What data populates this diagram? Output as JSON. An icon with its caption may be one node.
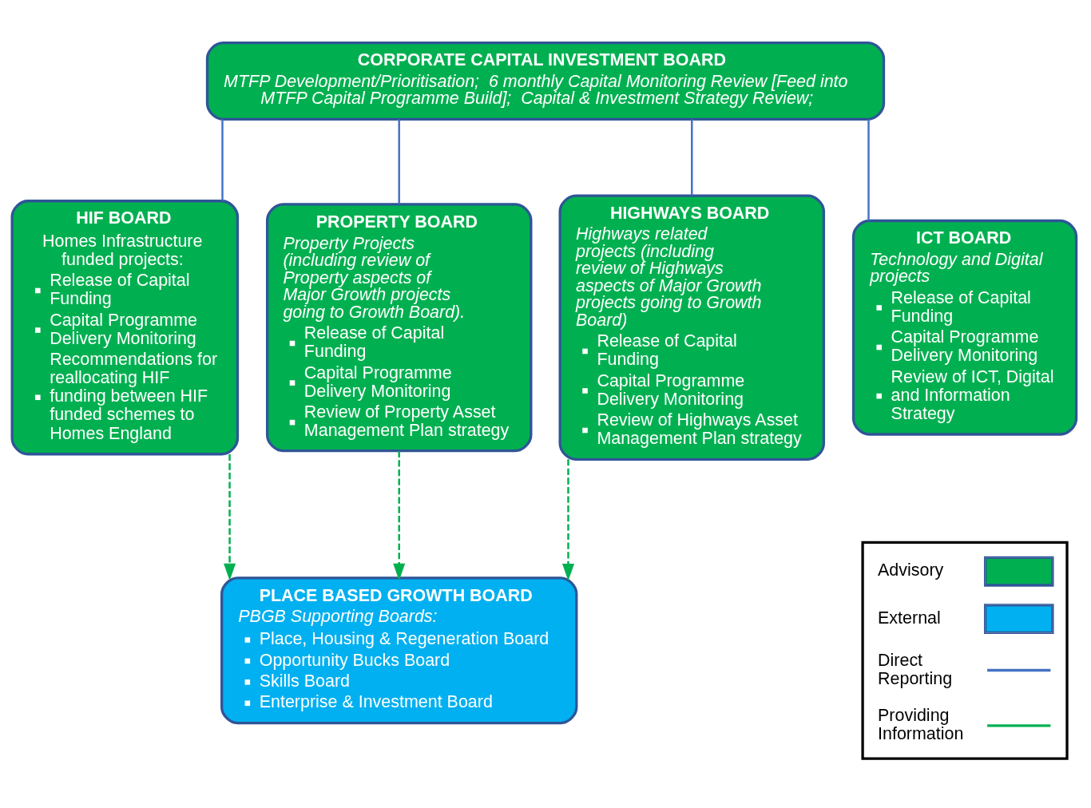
{
  "diagram": {
    "nodes": [
      {
        "text": [
          "CORPORATE CAPITAL INVESTMENT BOARD",
          "MTFP Development/Prioritisation;  6 monthly Capital Monitoring Review [Feed into MTFP Capital Programme Build];  Capital & Investment Strategy Review;"
        ]
      },
      {
        "text": [
          "HIF BOARD",
          "Homes Infrastructure funded projects:",
          "Release of Capital Funding",
          "Capital Programme Delivery Monitoring",
          "Recommendations for reallocating HIF funding between HIF funded schemes to Homes England"
        ]
      },
      {
        "text": [
          "PROPERTY BOARD",
          "Property Projects (including review of Property aspects of Major Growth projects going to Growth Board).",
          "Release of Capital Funding",
          "Capital Programme Delivery Monitoring",
          "Review of Property Asset Management Plan strategy"
        ]
      },
      {
        "text": [
          "HIGHWAYS BOARD",
          "Highways related projects (including review of Highways aspects of Major Growth projects going to Growth Board)",
          "Release of Capital Funding",
          "Capital Programme Delivery Monitoring",
          "Review of Highways Asset Management Plan strategy"
        ]
      },
      {
        "text": [
          "ICT BOARD",
          "Technology and Digital projects",
          "Release of Capital Funding",
          "Capital Programme Delivery Monitoring",
          "Review of ICT, Digital and Information Strategy"
        ]
      },
      {
        "text": [
          "PLACE BASED GROWTH BOARD",
          "PBGB Supporting Boards:",
          "Place, Housing & Regeneration Board",
          "Opportunity Bucks Board",
          "Skills Board",
          "Enterprise & Investment Board"
        ]
      }
    ],
    "edges": [
      {
        "from": 0,
        "to": 1,
        "arrow": "none"
      },
      {
        "from": 0,
        "to": 2,
        "arrow": "none"
      },
      {
        "from": 0,
        "to": 3,
        "arrow": "none"
      },
      {
        "from": 0,
        "to": 4,
        "arrow": "none"
      },
      {
        "from": 1,
        "to": 5,
        "arrow": "to",
        "style": "dashed",
        "color": "#00b050"
      },
      {
        "from": 2,
        "to": 5,
        "arrow": "to",
        "style": "dashed",
        "color": "#00b050"
      },
      {
        "from": 3,
        "to": 5,
        "arrow": "to",
        "style": "dashed",
        "color": "#00b050"
      }
    ],
    "legend": [
      {
        "text": "Advisory",
        "color": "#00b050"
      },
      {
        "text": "External",
        "color": "#00b0f0"
      },
      {
        "text": "Direct Reporting"
      },
      {
        "text": "Providing Information"
      }
    ]
  }
}
